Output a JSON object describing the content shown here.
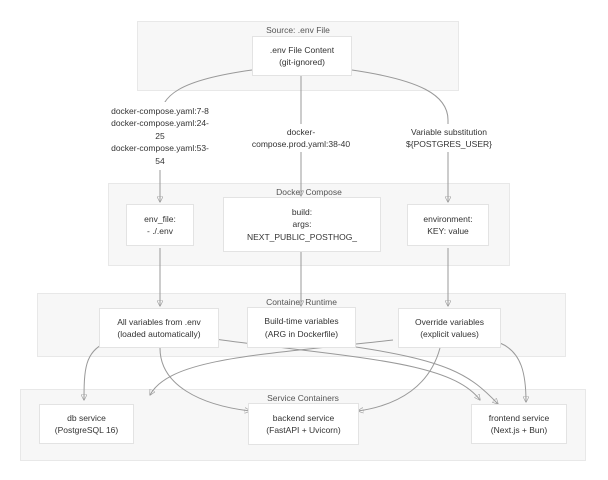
{
  "groups": {
    "source": {
      "title": "Source: .env File"
    },
    "compose": {
      "title": "Docker Compose"
    },
    "runtime": {
      "title": "Container Runtime"
    },
    "services": {
      "title": "Service Containers"
    }
  },
  "nodes": {
    "env_content": {
      "lines": [
        ".env File Content",
        "(git-ignored)"
      ]
    },
    "env_file": {
      "lines": [
        "env_file:",
        "- ./.env"
      ]
    },
    "build": {
      "lines": [
        "build:",
        "args:",
        "NEXT_PUBLIC_POSTHOG_"
      ]
    },
    "environment": {
      "lines": [
        "environment:",
        "KEY: value"
      ]
    },
    "all_vars": {
      "lines": [
        "All variables from .env",
        "(loaded automatically)"
      ]
    },
    "build_vars": {
      "lines": [
        "Build-time variables",
        "(ARG in Dockerfile)"
      ]
    },
    "override_vars": {
      "lines": [
        "Override variables",
        "(explicit values)"
      ]
    },
    "db": {
      "lines": [
        "db service",
        "(PostgreSQL 16)"
      ]
    },
    "backend": {
      "lines": [
        "backend service",
        "(FastAPI + Uvicorn)"
      ]
    },
    "frontend": {
      "lines": [
        "frontend service",
        "(Next.js + Bun)"
      ]
    }
  },
  "edge_labels": {
    "compose_refs": {
      "lines": [
        "docker-compose.yaml:7-8",
        "docker-compose.yaml:24-",
        "25",
        "docker-compose.yaml:53-",
        "54"
      ]
    },
    "prod_ref": {
      "lines": [
        "docker-",
        "compose.prod.yaml:38-40"
      ]
    },
    "substitution": {
      "lines": [
        "Variable substitution",
        "${POSTGRES_USER}"
      ]
    }
  }
}
